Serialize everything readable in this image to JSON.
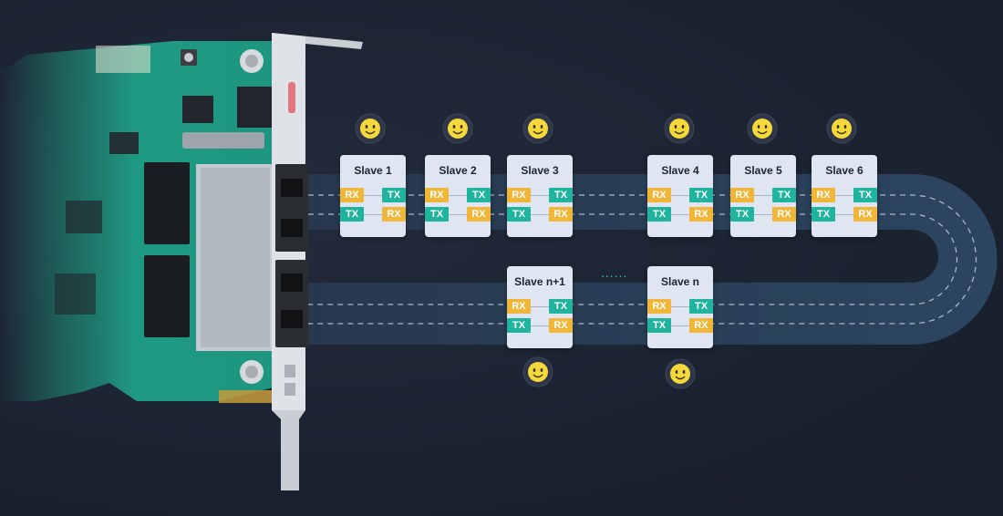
{
  "colors": {
    "background": "#1b2230",
    "track": "#2a3f58",
    "rx": "#f0b63a",
    "tx": "#20b39e",
    "card": "#dfe6f1",
    "smiley": "#f5d83a",
    "pcb": "#1e8e78"
  },
  "slaves": [
    {
      "id": "s1",
      "label": "Slave 1",
      "top_row": [
        "RX",
        "TX"
      ],
      "bottom_row": [
        "TX",
        "RX"
      ]
    },
    {
      "id": "s2",
      "label": "Slave 2",
      "top_row": [
        "RX",
        "TX"
      ],
      "bottom_row": [
        "TX",
        "RX"
      ]
    },
    {
      "id": "s3",
      "label": "Slave 3",
      "top_row": [
        "RX",
        "TX"
      ],
      "bottom_row": [
        "TX",
        "RX"
      ]
    },
    {
      "id": "s4",
      "label": "Slave 4",
      "top_row": [
        "RX",
        "TX"
      ],
      "bottom_row": [
        "TX",
        "RX"
      ]
    },
    {
      "id": "s5",
      "label": "Slave 5",
      "top_row": [
        "RX",
        "TX"
      ],
      "bottom_row": [
        "TX",
        "RX"
      ]
    },
    {
      "id": "s6",
      "label": "Slave 6",
      "top_row": [
        "RX",
        "TX"
      ],
      "bottom_row": [
        "TX",
        "RX"
      ]
    },
    {
      "id": "sn1",
      "label": "Slave n+1",
      "top_row": [
        "RX",
        "TX"
      ],
      "bottom_row": [
        "TX",
        "RX"
      ]
    },
    {
      "id": "sn",
      "label": "Slave n",
      "top_row": [
        "RX",
        "TX"
      ],
      "bottom_row": [
        "TX",
        "RX"
      ]
    }
  ],
  "ellipsis": "......",
  "icons": {
    "status": "smiley-icon",
    "card": "pcie-network-card-icon",
    "port": "rj45-port-icon"
  }
}
